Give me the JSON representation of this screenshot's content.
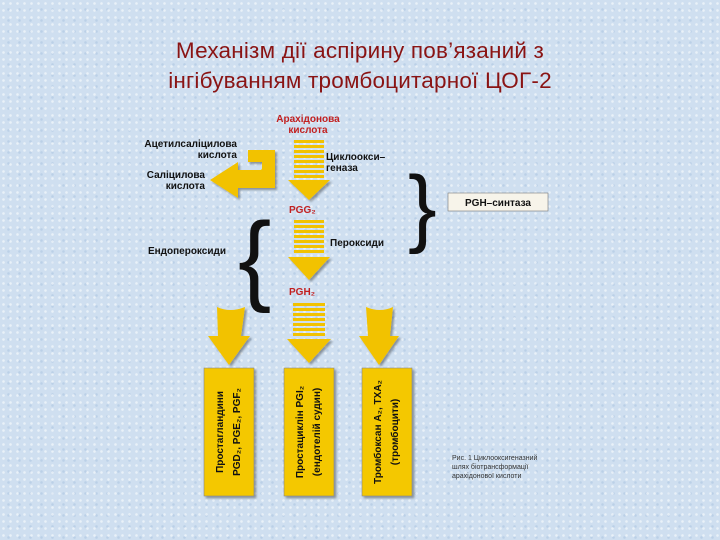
{
  "slide": {
    "title_line1": "Механізм дії аспірину пов’язаний з",
    "title_line2": "інгібуванням тромбоцитарної ЦОГ-2"
  },
  "diagram": {
    "arachidonic_line1": "Арахідонова",
    "arachidonic_line2": "кислота",
    "acetylsalicylic_line1": "Ацетилсаліцилова",
    "acetylsalicylic_line2": "кислота",
    "salicylic_line1": "Саліцилова",
    "salicylic_line2": "кислота",
    "cyclooxygenase_line1": "Циклоокси–",
    "cyclooxygenase_line2": "геназа",
    "pgg2": "PGG₂",
    "pgh_synthase": "PGH–синтаза",
    "endoperoxides": "Ендопероксиди",
    "peroxidase": "Пероксиди",
    "pgh2": "PGH₂",
    "box1_line1": "Простагландини",
    "box1_line2": "PGD₂, PGE₂, PGF₂",
    "box2_line1": "Простациклін PGI₂",
    "box2_line2": "(ендотелій судин)",
    "box3_line1": "Тромбоксан A₂, TXA₂",
    "box3_line2": "(тромбоцити)",
    "caption_line1": "Рис. 1 Циклооксигеназний",
    "caption_line2": "шлях біотрансформації",
    "caption_line3": "арахідонової кислоти"
  },
  "colors": {
    "title": "#8a1414",
    "arrow_yellow": "#f2c200",
    "label_red": "#c22020",
    "text": "#111111"
  }
}
